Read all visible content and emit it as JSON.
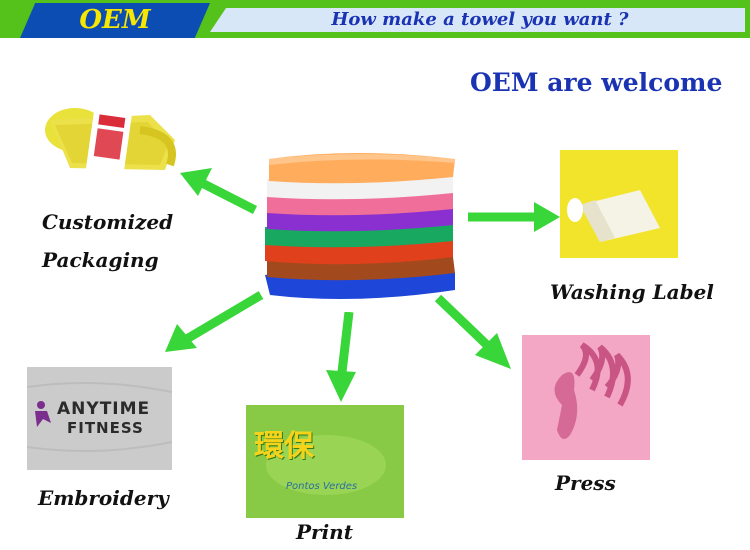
{
  "header": {
    "oem_tab": "OEM",
    "title": "How make a towel you want ?"
  },
  "welcome": "OEM are welcome",
  "labels": {
    "customized_line1": "Customized",
    "customized_line2": "Packaging",
    "washing_label": "Washing Label",
    "press": "Press",
    "embroidery": "Embroidery",
    "print": "Print"
  },
  "embroidery_logo": {
    "line1": "ANYTIME",
    "line2": "FITNESS"
  },
  "print_logo": {
    "line1": "環保",
    "line2": "Pontos Verdes"
  },
  "colors": {
    "header_green": "#54c21a",
    "header_blue": "#0b4db3",
    "title_blue": "#1a33b3",
    "oem_yellow": "#f7e700",
    "arrow_green": "#38d639"
  },
  "icons": [
    "arrow-left-icon",
    "arrow-right-icon",
    "arrow-down-icon"
  ]
}
